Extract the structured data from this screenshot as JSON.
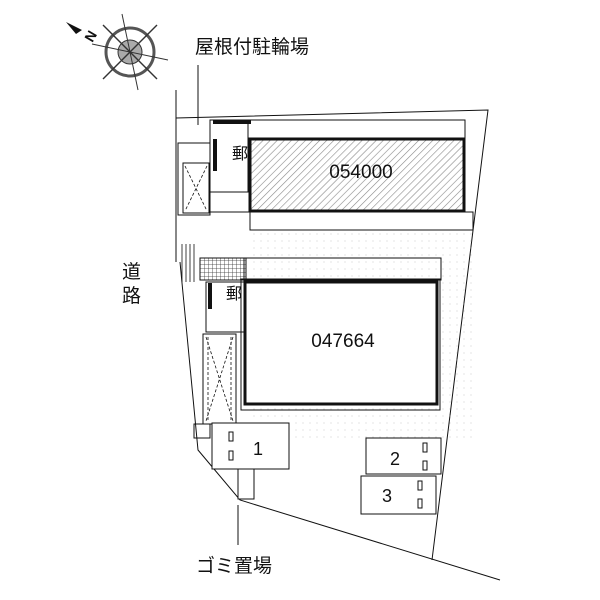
{
  "compass": {
    "north_letter": "N",
    "icon": "compass-rose-icon"
  },
  "labels": {
    "covered_bicycle_parking": "屋根付駐輪場",
    "road": "道路",
    "garbage_area": "ゴミ置場"
  },
  "buildings": [
    {
      "id": "054000"
    },
    {
      "id": "047664"
    }
  ],
  "parking_spaces": [
    "1",
    "2",
    "3"
  ],
  "symbols": {
    "mailbox": "郵"
  },
  "colors": {
    "line": "#111111",
    "fill": "#ffffff",
    "hatch": "#777777"
  }
}
